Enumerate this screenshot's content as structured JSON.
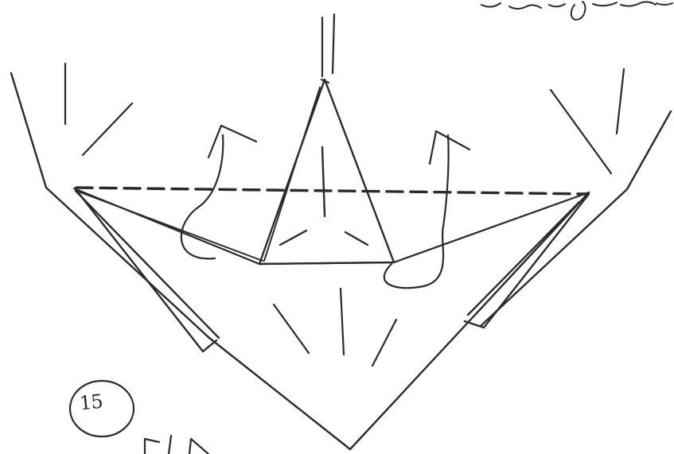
{
  "step_number": "15",
  "colors": {
    "ink": "#2a2a2a",
    "paper": "#ffffff"
  },
  "icons": {
    "step_marker": "circled-number",
    "arrows": "outward-pointing-hand-drawn-arrows"
  }
}
